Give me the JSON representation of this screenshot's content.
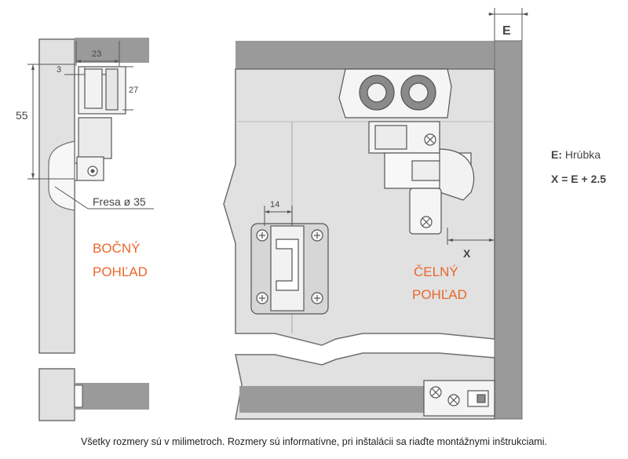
{
  "colors": {
    "panel": "#e1e1e1",
    "panel_dark": "#9a9a9a",
    "outline": "#6f6f6f",
    "line": "#555555",
    "label_orange": "#e8672c",
    "text": "#444444"
  },
  "side_view": {
    "dim_width": "23",
    "dim_offset": "3",
    "dim_height": "27",
    "dim_total": "55",
    "drill_note": "Fresa ø 35",
    "label_line1": "BOČNÝ",
    "label_line2": "POHĽAD"
  },
  "front_view": {
    "dim_hinge": "14",
    "dim_x": "X",
    "dim_e": "E",
    "label_line1": "ČELNÝ",
    "label_line2": "POHĽAD"
  },
  "legend": {
    "e_key": "E:",
    "e_value": " Hrúbka",
    "x_formula": "X = E + 2.5"
  },
  "footer": {
    "note": "Všetky rozmery sú v milimetroch. Rozmery sú informatívne, pri inštalácii sa riaďte montážnymi inštrukciami."
  }
}
